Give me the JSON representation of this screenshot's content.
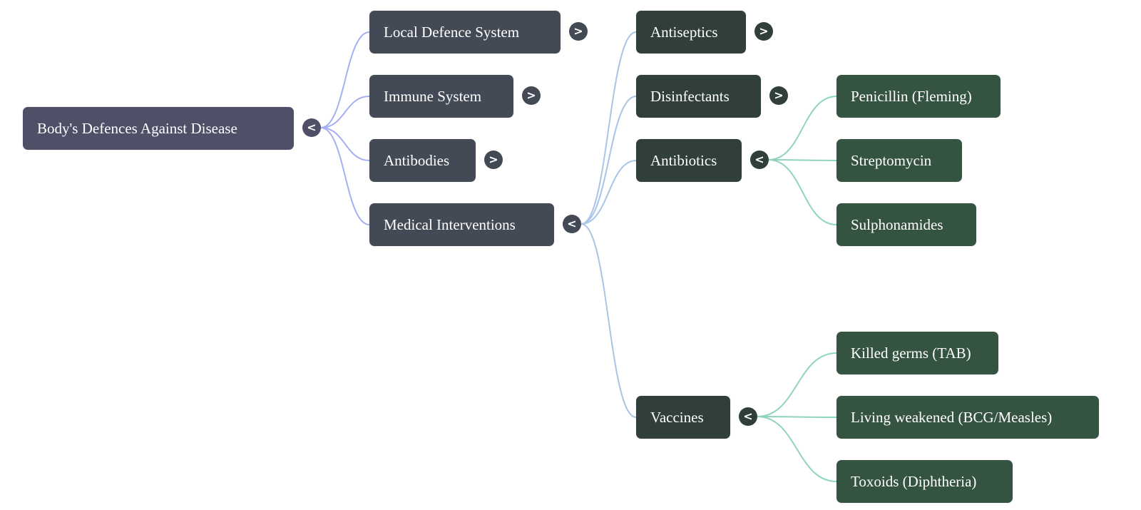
{
  "colors": {
    "root_node": "#4f5067",
    "level1_node": "#434a55",
    "level2_node": "#303f3b",
    "level3_node": "#355341",
    "link_root": "#a4b0f2",
    "link_medical": "#a8c4e6",
    "link_leaf": "#8fd3c1"
  },
  "root": {
    "label": "Body's Defences Against Disease",
    "toggle": "<",
    "state": "expanded"
  },
  "level1": [
    {
      "label": "Local Defence System",
      "toggle": ">",
      "state": "collapsed"
    },
    {
      "label": "Immune System",
      "toggle": ">",
      "state": "collapsed"
    },
    {
      "label": "Antibodies",
      "toggle": ">",
      "state": "collapsed"
    },
    {
      "label": "Medical Interventions",
      "toggle": "<",
      "state": "expanded"
    }
  ],
  "medical": [
    {
      "label": "Antiseptics",
      "toggle": ">",
      "state": "collapsed"
    },
    {
      "label": "Disinfectants",
      "toggle": ">",
      "state": "collapsed"
    },
    {
      "label": "Antibiotics",
      "toggle": "<",
      "state": "expanded"
    },
    {
      "label": "Vaccines",
      "toggle": "<",
      "state": "expanded"
    }
  ],
  "antibiotics": [
    {
      "label": "Penicillin (Fleming)"
    },
    {
      "label": "Streptomycin"
    },
    {
      "label": "Sulphonamides"
    }
  ],
  "vaccines": [
    {
      "label": "Killed germs (TAB)"
    },
    {
      "label": "Living weakened (BCG/Measles)"
    },
    {
      "label": "Toxoids (Diphtheria)"
    }
  ]
}
